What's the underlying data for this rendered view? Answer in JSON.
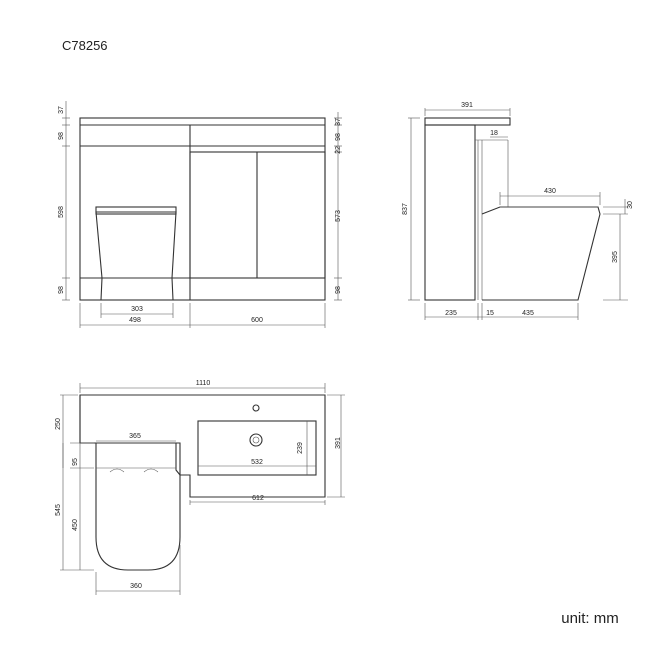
{
  "product_code": "C78256",
  "unit_label": "unit: mm",
  "front_view": {
    "left_heights": [
      "37",
      "98",
      "598",
      "98"
    ],
    "right_heights": [
      "37",
      "98",
      "22",
      "573",
      "98"
    ],
    "widths": [
      "303",
      "498",
      "600"
    ]
  },
  "side_view": {
    "total_depth": "391",
    "height": "837",
    "cistern_gap": "18",
    "pan_depth": "430",
    "seat": "30",
    "pan_height": "395",
    "bottom": [
      "235",
      "15",
      "435"
    ]
  },
  "plan_view": {
    "total_width": "1110",
    "basin_depth": "250",
    "cabinet_depth": "391",
    "toilet_width": "365",
    "basin_opening_depth": "239",
    "basin_opening_width": "532",
    "toilet_step": "95",
    "toilet_length": "450",
    "toilet_total": "545",
    "vanity_width": "612",
    "pan_width": "360"
  }
}
